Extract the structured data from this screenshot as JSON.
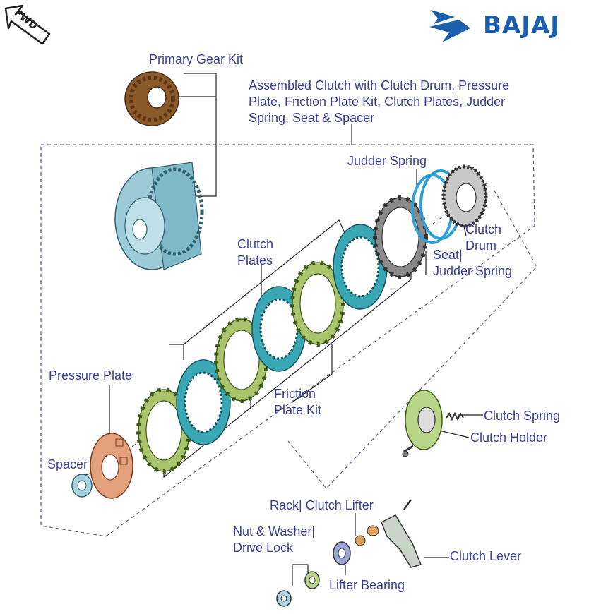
{
  "header": {
    "direction_badge": "FWD",
    "brand_name": "BAJAJ",
    "brand_color": "#1b5fae"
  },
  "labels": {
    "primary_gear_kit": "Primary Gear Kit",
    "assembled_clutch_1": "Assembled Clutch with Clutch Drum, Pressure",
    "assembled_clutch_2": "Plate, Friction Plate Kit, Clutch Plates, Judder",
    "assembled_clutch_3": "Spring, Seat & Spacer",
    "judder_spring": "Judder Spring",
    "clutch_drum_1": "Clutch",
    "clutch_drum_2": "Drum",
    "seat_judder_1": "Seat|",
    "seat_judder_2": "Judder Spring",
    "clutch_plates_1": "Clutch",
    "clutch_plates_2": "Plates",
    "pressure_plate": "Pressure Plate",
    "friction_plate_kit_1": "Friction",
    "friction_plate_kit_2": "Plate Kit",
    "spacer": "Spacer",
    "clutch_spring": "Clutch Spring",
    "clutch_holder": "Clutch Holder",
    "rack_clutch_lifter": "Rack| Clutch Lifter",
    "nut_washer_1": "Nut & Washer|",
    "nut_washer_2": "Drive Lock",
    "clutch_lever": "Clutch Lever",
    "lifter_bearing": "Lifter Bearing"
  },
  "colors": {
    "label_text": "#3b3f9a",
    "clutch_plate": "#3aa7b5",
    "friction_plate": "#8fae4a",
    "judder_spring": "#2f9fd4",
    "pressure_plate": "#e3a07d",
    "primary_gear": "#8a5a2b",
    "drum": "#7fb8c8"
  }
}
